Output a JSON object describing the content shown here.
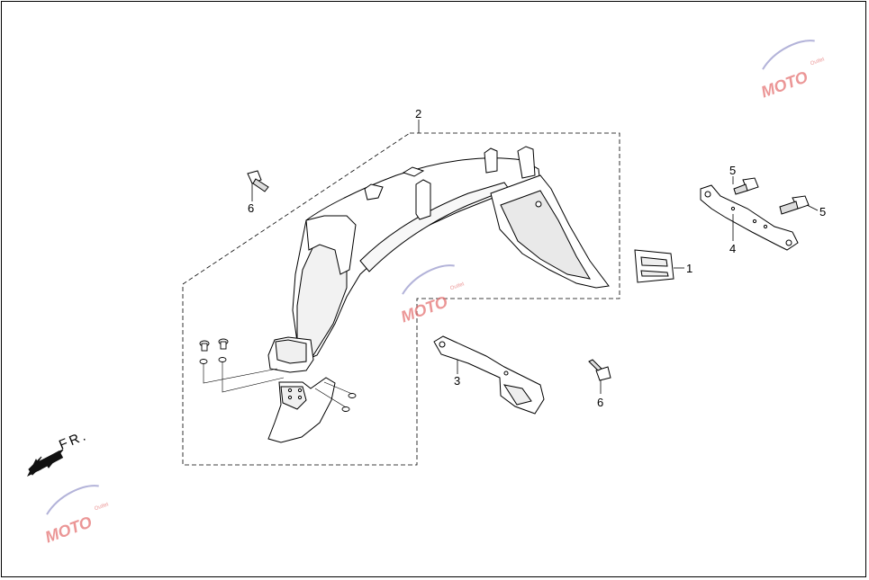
{
  "diagram": {
    "callouts": [
      {
        "id": "1",
        "label": "1"
      },
      {
        "id": "2",
        "label": "2"
      },
      {
        "id": "3",
        "label": "3"
      },
      {
        "id": "4",
        "label": "4"
      },
      {
        "id": "5a",
        "label": "5"
      },
      {
        "id": "5b",
        "label": "5"
      },
      {
        "id": "6a",
        "label": "6"
      },
      {
        "id": "6b",
        "label": "6"
      }
    ],
    "direction_label": "FR.",
    "watermark": {
      "text": "MOTO",
      "subtext": "Outlet"
    }
  }
}
